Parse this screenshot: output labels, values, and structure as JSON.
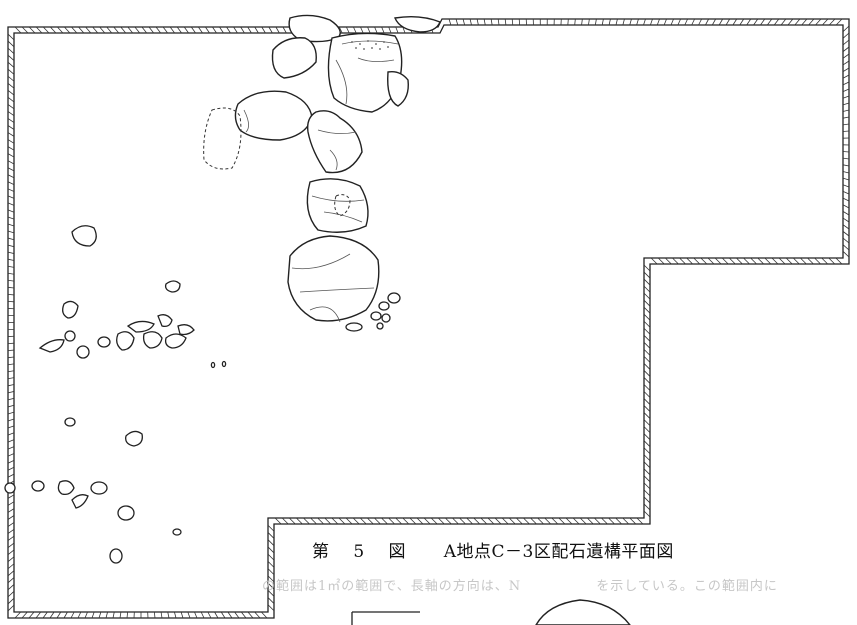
{
  "figure": {
    "number_prefix": "第",
    "number": "5",
    "number_suffix": "図",
    "title": "A地点C－3区配石遺構平面図"
  },
  "bleed_text": "の範囲は1㎡の範囲で、長軸の方向は、N 　　　　　を示している。この範囲内に"
}
